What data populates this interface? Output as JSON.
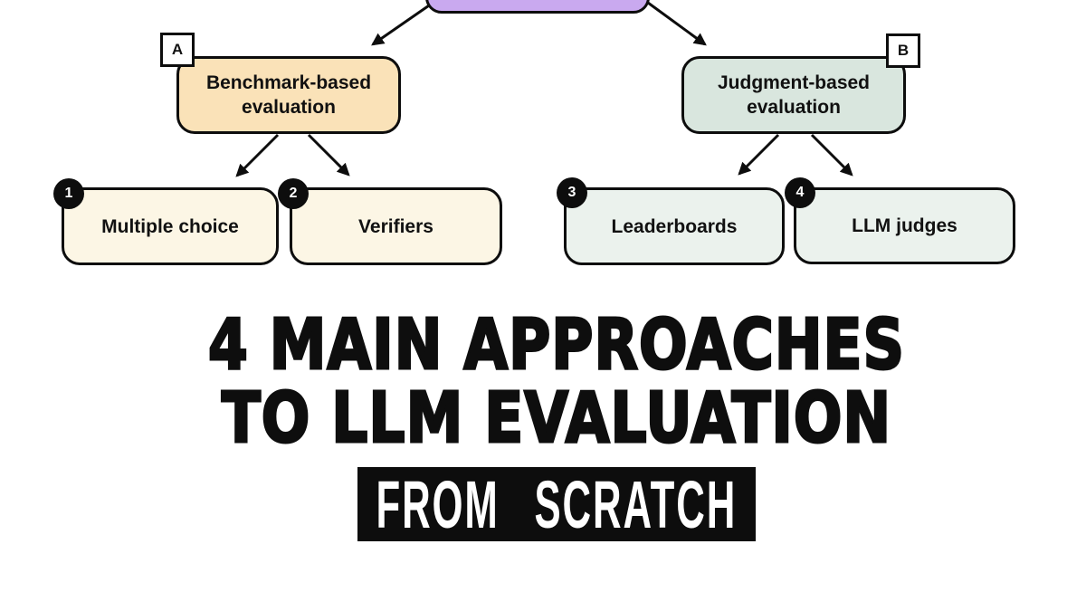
{
  "title": {
    "line1": "4 MAIN APPROACHES",
    "line2": "TO LLM EVALUATION",
    "banner": "FROM SCRATCH"
  },
  "tree": {
    "root_fill": "#C9A9EF",
    "branches": [
      {
        "tag": "A",
        "label_line1": "Benchmark-based",
        "label_line2": "evaluation",
        "fill": "#FAE2B8"
      },
      {
        "tag": "B",
        "label_line1": "Judgment-based",
        "label_line2": "evaluation",
        "fill": "#D9E6DE"
      }
    ],
    "leaves": [
      {
        "number": "1",
        "label": "Multiple choice",
        "fill": "#FCF6E5"
      },
      {
        "number": "2",
        "label": "Verifiers",
        "fill": "#FCF6E5"
      },
      {
        "number": "3",
        "label": "Leaderboards",
        "fill": "#EBF2ED"
      },
      {
        "number": "4",
        "label": "LLM judges",
        "fill": "#EBF2ED"
      }
    ]
  },
  "colors": {
    "outline": "#0d0d0d",
    "background": "#ffffff",
    "banner_bg": "#0d0d0d",
    "banner_text": "#ffffff"
  }
}
